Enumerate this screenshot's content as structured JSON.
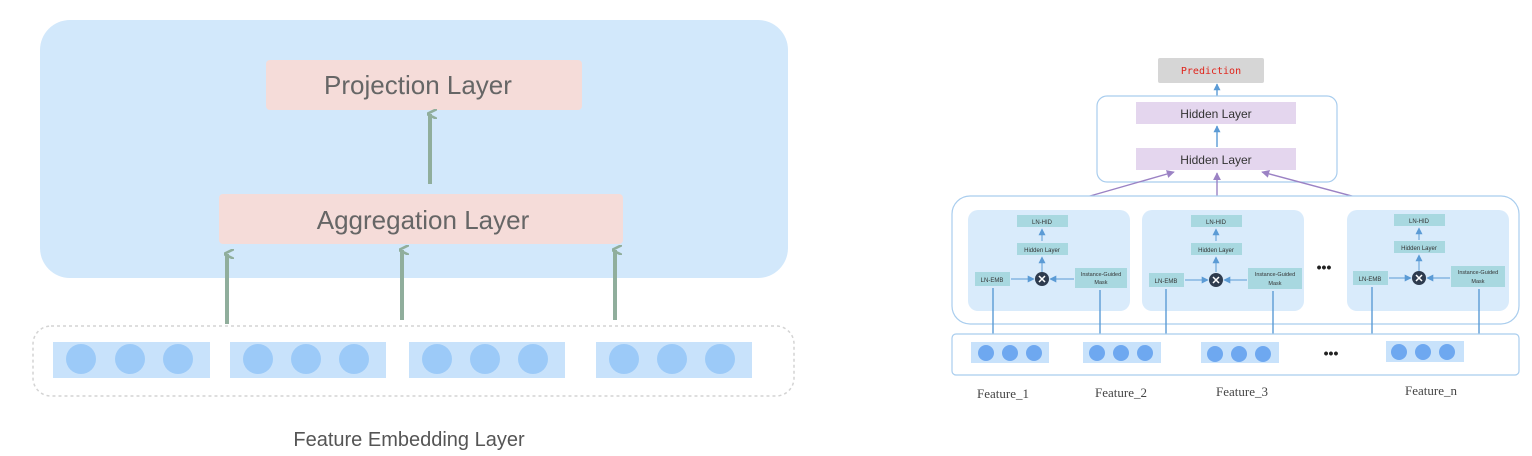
{
  "left": {
    "projection_label": "Projection Layer",
    "aggregation_label": "Aggregation  Layer",
    "embedding_label": "Feature Embedding Layer",
    "colors": {
      "panel": "#d2e8fb",
      "layer_box": "#f5dcd9",
      "arrow": "#90ae9c",
      "embed_group": "#c8e2fb",
      "embed_dot": "#9ccaf8"
    }
  },
  "right": {
    "prediction_label": "Prediction",
    "hidden_layer_top": "Hidden Layer",
    "hidden_layer_bottom": "Hidden Layer",
    "blocks": [
      {
        "ln_hid": "LN-HID",
        "hidden": "Hidden Layer",
        "ln_emb": "LN-EMB",
        "mask_line1": "Instance-Guided",
        "mask_line2": "Mask"
      },
      {
        "ln_hid": "LN-HID",
        "hidden": "Hidden Layer",
        "ln_emb": "LN-EMB",
        "mask_line1": "Instance-Guided",
        "mask_line2": "Mask"
      },
      {
        "ln_hid": "LN-HID",
        "hidden": "Hidden Layer",
        "ln_emb": "LN-EMB",
        "mask_line1": "Instance-Guided",
        "mask_line2": "Mask"
      }
    ],
    "block_ellipsis": "•••",
    "feature_ellipsis": "•••",
    "features": [
      "Feature_1",
      "Feature_2",
      "Feature_3",
      "Feature_n"
    ],
    "colors": {
      "prediction_box": "#d6d6d6",
      "prediction_text": "#e0241b",
      "hidden_box": "#e4d6ee",
      "block_bg": "#d9ebfb",
      "small_box": "#a8d8e0",
      "arrow": "#5b9bd5",
      "mult_node": "#2e3b4e"
    }
  }
}
